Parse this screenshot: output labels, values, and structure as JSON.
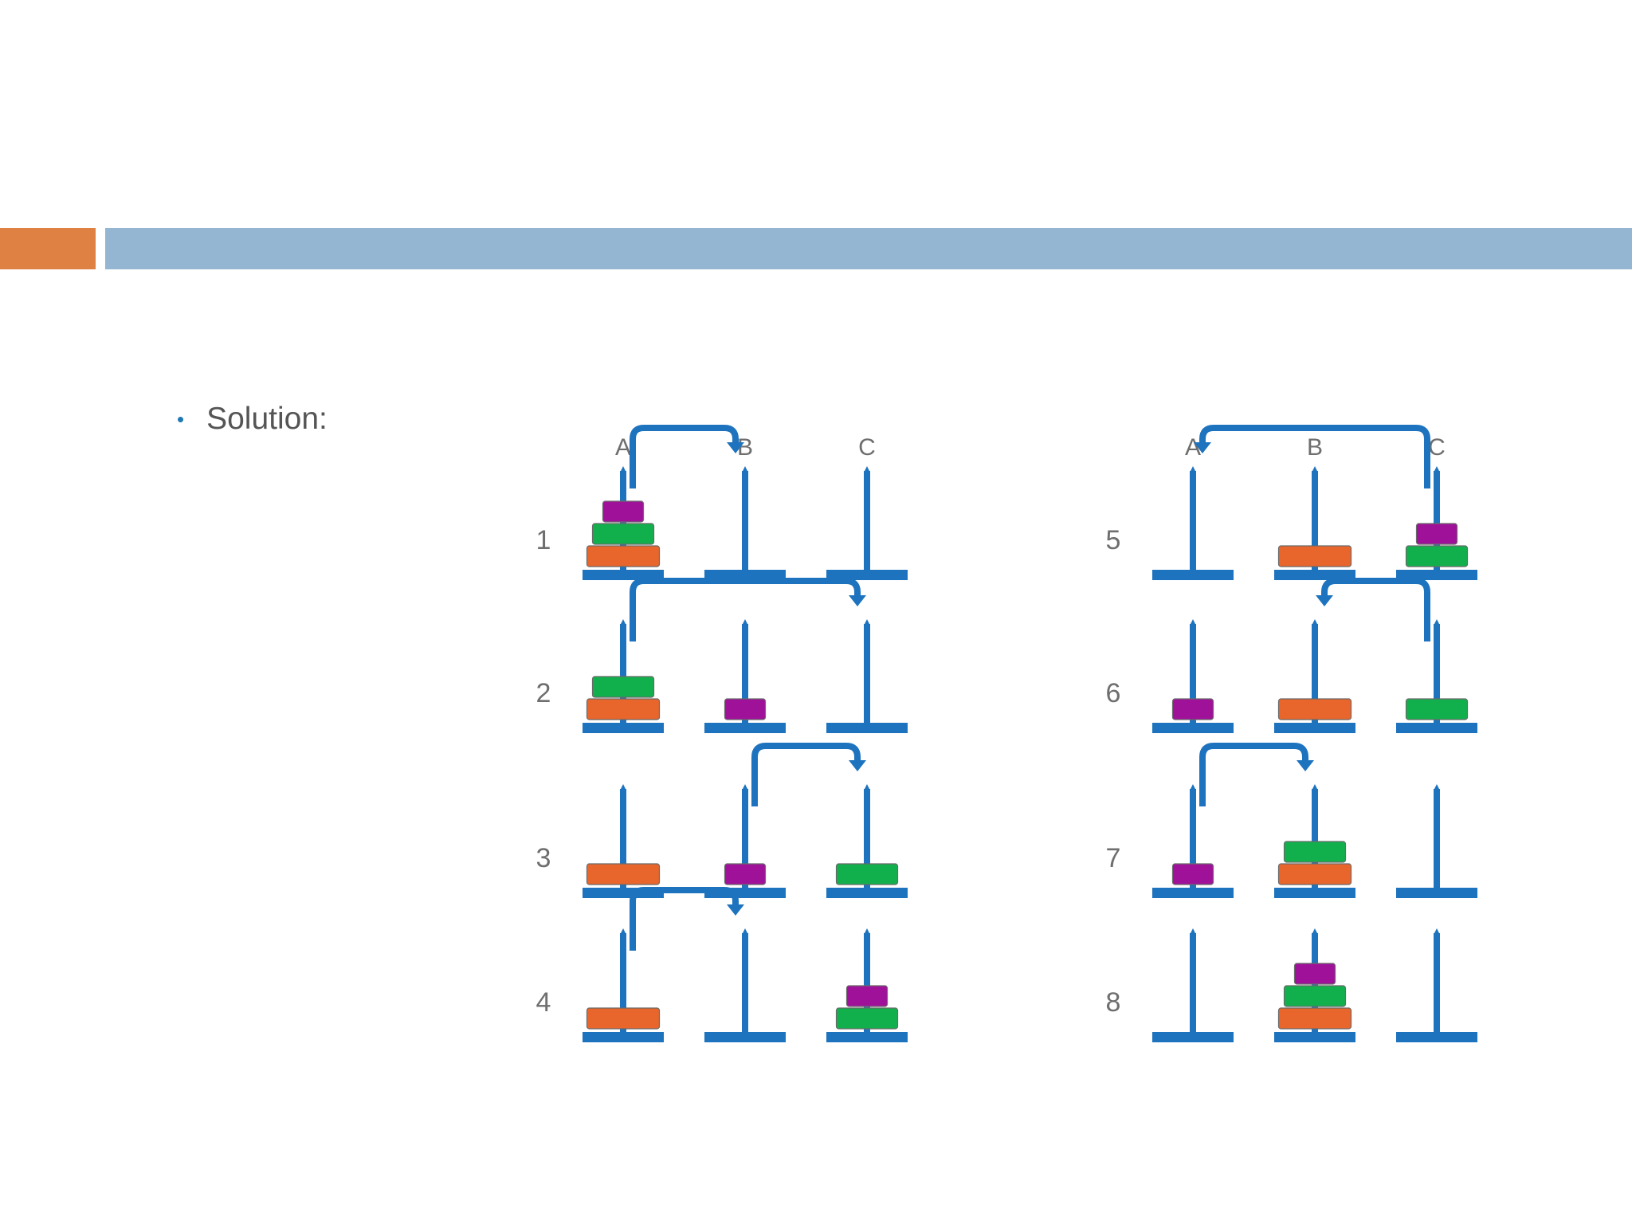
{
  "slide": {
    "bullet": "Solution:",
    "accent_color": "#DF8142",
    "bar_color": "#94B6D2",
    "bullet_color": "#1F78B4"
  },
  "colors": {
    "peg": "#1E73BE",
    "arrow": "#1E73BE",
    "disk_large": "#E8662C",
    "disk_medium": "#12B04D",
    "disk_small": "#A0119A",
    "label": "#6E6E6E"
  },
  "diagram": {
    "peg_letters": [
      "A",
      "B",
      "C"
    ],
    "steps": [
      {
        "number": "1",
        "pegs": [
          [
            "large",
            "medium",
            "small"
          ],
          [],
          []
        ],
        "move": [
          "A",
          "B"
        ],
        "show_letters": true
      },
      {
        "number": "2",
        "pegs": [
          [
            "large",
            "medium"
          ],
          [
            "small"
          ],
          []
        ],
        "move": [
          "A",
          "C"
        ],
        "show_letters": false
      },
      {
        "number": "3",
        "pegs": [
          [
            "large"
          ],
          [
            "small"
          ],
          [
            "medium"
          ]
        ],
        "move": [
          "B",
          "C"
        ],
        "show_letters": false
      },
      {
        "number": "4",
        "pegs": [
          [
            "large"
          ],
          [],
          [
            "medium",
            "small"
          ]
        ],
        "move": [
          "A",
          "B"
        ],
        "show_letters": false
      },
      {
        "number": "5",
        "pegs": [
          [],
          [
            "large"
          ],
          [
            "medium",
            "small"
          ]
        ],
        "move": [
          "C",
          "A"
        ],
        "show_letters": true
      },
      {
        "number": "6",
        "pegs": [
          [
            "small"
          ],
          [
            "large"
          ],
          [
            "medium"
          ]
        ],
        "move": [
          "C",
          "B"
        ],
        "show_letters": false
      },
      {
        "number": "7",
        "pegs": [
          [
            "small"
          ],
          [
            "large",
            "medium"
          ],
          []
        ],
        "move": [
          "A",
          "B"
        ],
        "show_letters": false
      },
      {
        "number": "8",
        "pegs": [
          [],
          [
            "large",
            "medium",
            "small"
          ],
          []
        ],
        "move": null,
        "show_letters": false
      }
    ]
  }
}
